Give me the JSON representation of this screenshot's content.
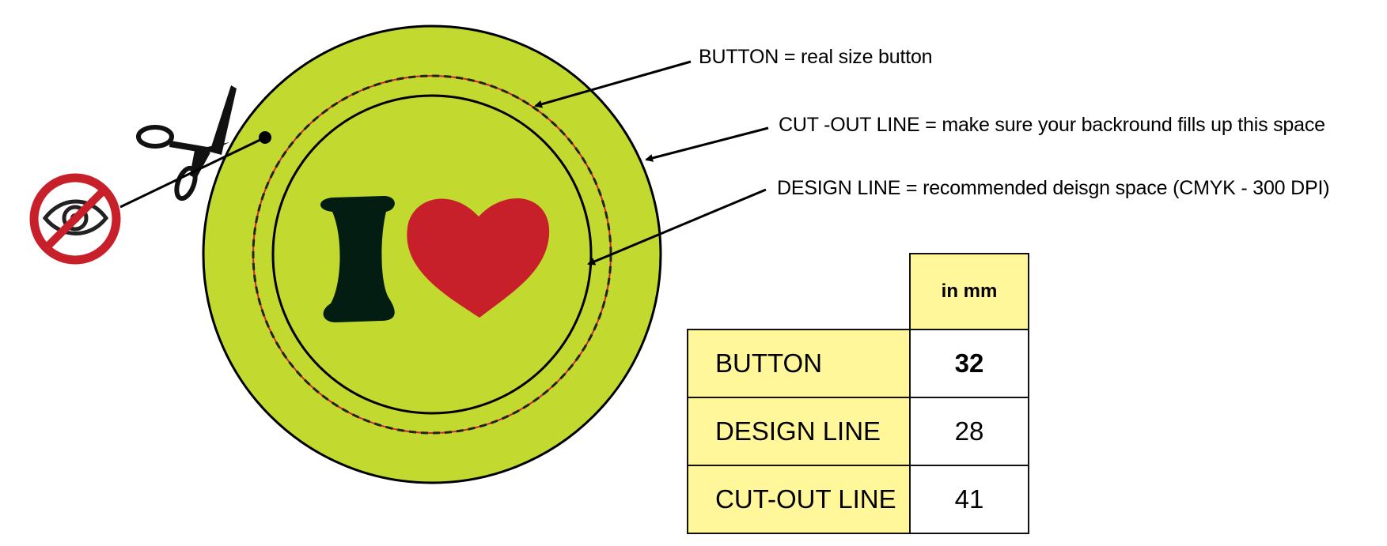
{
  "colors": {
    "button_fill": "#c2d92f",
    "heart": "#c8202a",
    "letter": "#041d12",
    "cut_line_accent": "#d2232a",
    "prohibit_ring": "#c8202a",
    "table_fill": "#fff799"
  },
  "icons": [
    "scissors-icon",
    "eye-prohibited-icon",
    "heart-icon",
    "i-letter-icon"
  ],
  "annotations": {
    "button": "BUTTON = real size button",
    "cut_out_line": "CUT -OUT LINE = make sure your backround fills up this space",
    "design_line": "DESIGN LINE = recommended deisgn space (CMYK - 300 DPI)"
  },
  "table": {
    "header": "in mm",
    "rows": [
      {
        "label": "BUTTON",
        "value": "32"
      },
      {
        "label": "DESIGN LINE",
        "value": "28"
      },
      {
        "label": "CUT-OUT LINE",
        "value": "41"
      }
    ]
  }
}
